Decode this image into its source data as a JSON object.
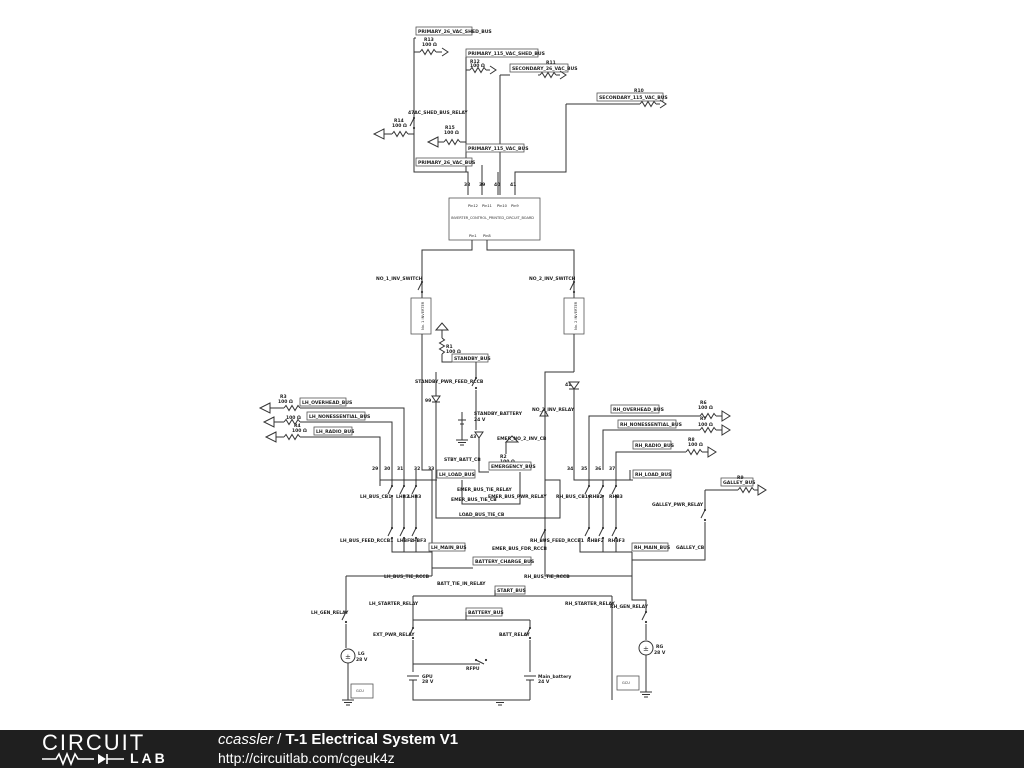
{
  "footer": {
    "logo_top": "CIRCUIT",
    "logo_bottom": "LAB",
    "author": "ccassler",
    "separator": " / ",
    "title": "T-1 Electrical System V1",
    "url": "http://circuitlab.com/cgeuk4z"
  },
  "diagram": {
    "buses": {
      "primary_26_vac_shed": "PRIMARY_26_VAC_SHED_BUS",
      "primary_115_vac_shed": "PRIMARY_115_VAC_SHED_BUS",
      "secondary_26_vac": "SECONDARY_26_VAC_BUS",
      "secondary_115_vac": "SECONDARY_115_VAC_BUS",
      "primary_115_vac": "PRIMARY_115_VAC_BUS",
      "primary_26_vac": "PRIMARY_26_VAC_BUS",
      "standby": "STANDBY_BUS",
      "lh_overhead": "LH_OVERHEAD_BUS",
      "lh_nonessential": "LH_NONESSENTIAL_BUS",
      "lh_radio": "LH_RADIO_BUS",
      "rh_overhead": "RH_OVERHEAD_BUS",
      "rh_nonessential": "RH_NONESSENTIAL_BUS",
      "rh_radio": "RH_RADIO_BUS",
      "rh_load": "RH_LOAD_BUS",
      "galley": "GALLEY_BUS",
      "lh_load": "LH_LOAD_BUS",
      "emergency": "EMERGENCY_BUS",
      "lh_main": "LH_MAIN_BUS",
      "rh_main": "RH_MAIN_BUS",
      "battery_charge": "BATTERY_CHARGE_BUS",
      "start": "START_BUS",
      "battery": "BATTERY_BUS"
    },
    "resistors": {
      "r13": {
        "name": "R13",
        "value": "100 Ω"
      },
      "r12": {
        "name": "R12",
        "value": "100 Ω"
      },
      "r11": {
        "name": "R11",
        "value": "100 Ω"
      },
      "r10": {
        "name": "R10",
        "value": "100 Ω"
      },
      "r14": {
        "name": "R14",
        "value": "100 Ω"
      },
      "r15": {
        "name": "R15",
        "value": "100 Ω"
      },
      "r1": {
        "name": "R1",
        "value": "100 Ω"
      },
      "r2": {
        "name": "R2",
        "value": "100 Ω"
      },
      "r3": {
        "name": "R3",
        "value": "100 Ω"
      },
      "r4": {
        "name": "R4",
        "value": "100 Ω"
      },
      "r5": {
        "name": "R5",
        "value": "100 Ω"
      },
      "r6": {
        "name": "R6",
        "value": "100 Ω"
      },
      "r7": {
        "name": "R7",
        "value": "100 Ω"
      },
      "r8": {
        "name": "R8",
        "value": "100 Ω"
      },
      "r9": {
        "name": "R9",
        "value": "100 Ω"
      }
    },
    "components": {
      "shed_relay": "47AC_SHED_BUS_RELAY",
      "inverter_board": "INVERTER_CONTROL_PRINTED_CIRCUIT_BOARD",
      "pin_38": "38",
      "pin_39": "39",
      "pin_40": "40",
      "pin_41": "41",
      "board_pins_top": [
        "Pin12",
        "Pin11",
        "Pin10",
        "Pin9"
      ],
      "board_pin_left": "Pin1",
      "board_pin_right": "Pin8",
      "no1_switch": "NO_1_INV_SWITCH",
      "no2_switch": "NO_2_INV_SWITCH",
      "inverter_1": "No. 1 INVERTER",
      "inverter_2": "No. 2 INVERTER",
      "standby_pwr_feed": "STANDBY_PWR_FEED_RCCB",
      "d_99": "99",
      "d_43": "43",
      "d_41": "41",
      "standby_battery": "STANDBY_BATTERY",
      "standby_battery_v": "24 V",
      "no2_inv_relay": "NO_2_INV_RELAY",
      "emer_no2_inv_cb": "EMER_NO_2_INV_CB",
      "stby_batt_cb": "STBY_BATT_CB",
      "emer_bus_tie_relay": "EMER_BUS_TIE_RELAY",
      "emer_bus_tie_cb": "EMER_BUS_TIE_CB",
      "emer_bus_pwr_relay": "EMER_BUS_PWR_RELAY",
      "load_bus_tie_cb": "LOAD_BUS_TIE_CB",
      "lh_pins": [
        "29",
        "30",
        "31",
        "32",
        "33"
      ],
      "rh_pins": [
        "34",
        "35",
        "36",
        "37"
      ],
      "lh_bus_cb1": "LH_BUS_CB1",
      "lhb2": "LHB2",
      "lhb3": "LHB3",
      "rh_bus_cb1": "RH_BUS_CB1",
      "rhb2": "RHB2",
      "rhb3": "RHB3",
      "galley_pwr_relay": "GALLEY_PWR_RELAY",
      "galley_cb": "GALLEY_CB",
      "lh_bus_feed": "LH_BUS_FEED_RCCB1",
      "lhbf2": "LHBF2",
      "lhbf3": "LHBF3",
      "rh_bus_feed": "RH_BUS_FEED_RCCB1",
      "rhbf2": "RHBF2",
      "rhbf3": "RHBF3",
      "emer_bus_fdr": "EMER_BUS_FDR_RCCB",
      "lh_bus_tie": "LH_BUS_TIE_RCCB",
      "rh_bus_tie": "RH_BUS_TIE_RCCB",
      "batt_tie_in": "BATT_TIE_IN_RELAY",
      "lh_starter": "LH_STARTER_RELAY",
      "rh_starter": "RH_STARTER_RELAY",
      "lh_gen": "LH_GEN_RELAY",
      "rh_gen": "RH_GEN_RELAY",
      "ext_pwr": "EXT_PWR_RELAY",
      "batt_relay": "BATT_RELAY",
      "lg_name": "LG",
      "lg_v": "28 V",
      "rg_name": "RG",
      "rg_v": "28 V",
      "gcu": "GCU",
      "gpu_name": "GPU",
      "gpu_v": "28 V",
      "rfpu": "RFPU",
      "main_batt": "Main_battery",
      "main_batt_v": "24 V"
    }
  }
}
